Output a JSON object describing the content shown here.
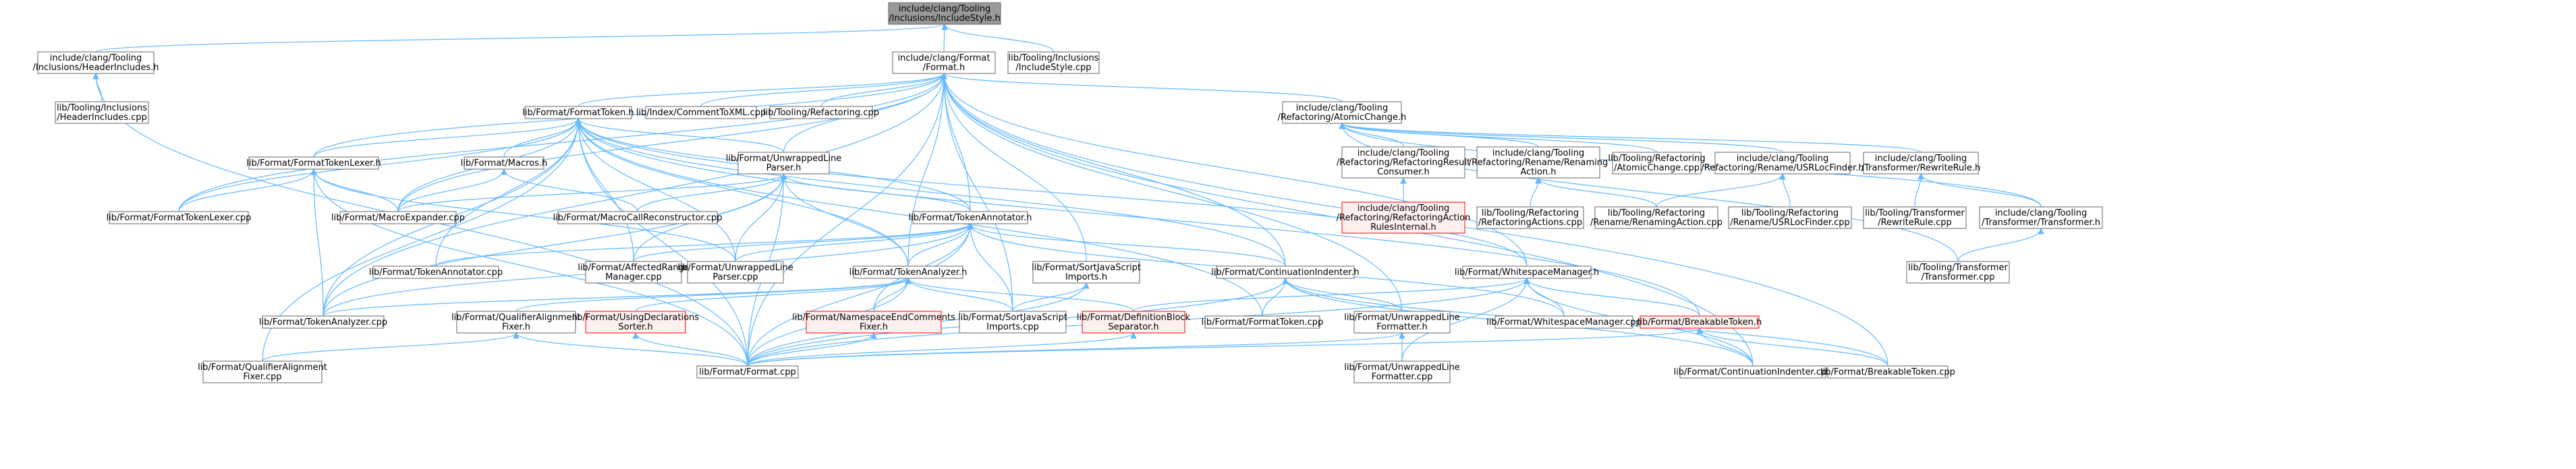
{
  "colors": {
    "edge": "#63B8FF",
    "node_border": "#666666",
    "node_fill": "#ffffff",
    "root_fill": "#999999",
    "root_border": "#666666",
    "truncated_border": "#ff0000",
    "truncated_fill": "#fff0f0",
    "text": "#000000",
    "truncated_text": "#ff0000"
  },
  "nodes": [
    {
      "id": "root",
      "lines": [
        "include/clang/Tooling",
        "/Inclusions/IncludeStyle.h"
      ],
      "kind": "root"
    },
    {
      "id": "hdrinc_h",
      "lines": [
        "include/clang/Tooling",
        "/Inclusions/HeaderIncludes.h"
      ],
      "kind": "normal"
    },
    {
      "id": "format_h",
      "lines": [
        "include/clang/Format",
        "/Format.h"
      ],
      "kind": "normal"
    },
    {
      "id": "inclstyle_cpp",
      "lines": [
        "lib/Tooling/Inclusions",
        "/IncludeStyle.cpp"
      ],
      "kind": "normal"
    },
    {
      "id": "hdrinc_cpp",
      "lines": [
        "lib/Tooling/Inclusions",
        "/HeaderIncludes.cpp"
      ],
      "kind": "normal"
    },
    {
      "id": "formattoken_h",
      "lines": [
        "lib/Format/FormatToken.h"
      ],
      "kind": "normal"
    },
    {
      "id": "commenttoxml_cpp",
      "lines": [
        "lib/Index/CommentToXML.cpp"
      ],
      "kind": "normal"
    },
    {
      "id": "refactoring_cpp",
      "lines": [
        "lib/Tooling/Refactoring.cpp"
      ],
      "kind": "normal"
    },
    {
      "id": "atomicchange_h",
      "lines": [
        "include/clang/Tooling",
        "/Refactoring/AtomicChange.h"
      ],
      "kind": "normal"
    },
    {
      "id": "ftlexer_h",
      "lines": [
        "lib/Format/FormatTokenLexer.h"
      ],
      "kind": "normal"
    },
    {
      "id": "macros_h",
      "lines": [
        "lib/Format/Macros.h"
      ],
      "kind": "normal"
    },
    {
      "id": "uwlparser_h",
      "lines": [
        "lib/Format/UnwrappedLine",
        "Parser.h"
      ],
      "kind": "normal"
    },
    {
      "id": "refresult_h",
      "lines": [
        "include/clang/Tooling",
        "/Refactoring/RefactoringResult",
        "Consumer.h"
      ],
      "kind": "normal"
    },
    {
      "id": "renaming_h",
      "lines": [
        "include/clang/Tooling",
        "/Refactoring/Rename/Renaming",
        "Action.h"
      ],
      "kind": "normal"
    },
    {
      "id": "atomicchange_cpp",
      "lines": [
        "lib/Tooling/Refactoring",
        "/AtomicChange.cpp"
      ],
      "kind": "normal"
    },
    {
      "id": "usrlocfinder_h",
      "lines": [
        "include/clang/Tooling",
        "/Refactoring/Rename/USRLocFinder.h"
      ],
      "kind": "normal"
    },
    {
      "id": "rewriterule_h",
      "lines": [
        "include/clang/Tooling",
        "/Transformer/RewriteRule.h"
      ],
      "kind": "normal"
    },
    {
      "id": "ftlexer_cpp",
      "lines": [
        "lib/Format/FormatTokenLexer.cpp"
      ],
      "kind": "normal"
    },
    {
      "id": "macroexp_cpp",
      "lines": [
        "lib/Format/MacroExpander.cpp"
      ],
      "kind": "normal"
    },
    {
      "id": "macrocall_cpp",
      "lines": [
        "lib/Format/MacroCallReconstructor.cpp"
      ],
      "kind": "normal"
    },
    {
      "id": "tokannot_h",
      "lines": [
        "lib/Format/TokenAnnotator.h"
      ],
      "kind": "normal"
    },
    {
      "id": "refactionrules_h",
      "lines": [
        "include/clang/Tooling",
        "/Refactoring/RefactoringAction",
        "RulesInternal.h"
      ],
      "kind": "truncated"
    },
    {
      "id": "refactions_cpp",
      "lines": [
        "lib/Tooling/Refactoring",
        "/RefactoringActions.cpp"
      ],
      "kind": "normal"
    },
    {
      "id": "renamingaction_cpp",
      "lines": [
        "lib/Tooling/Refactoring",
        "/Rename/RenamingAction.cpp"
      ],
      "kind": "normal"
    },
    {
      "id": "usrlocfinder_cpp",
      "lines": [
        "lib/Tooling/Refactoring",
        "/Rename/USRLocFinder.cpp"
      ],
      "kind": "normal"
    },
    {
      "id": "rewriterule_cpp",
      "lines": [
        "lib/Tooling/Transformer",
        "/RewriteRule.cpp"
      ],
      "kind": "normal"
    },
    {
      "id": "transformer_h",
      "lines": [
        "include/clang/Tooling",
        "/Transformer/Transformer.h"
      ],
      "kind": "normal"
    },
    {
      "id": "sortjs_h",
      "lines": [
        "lib/Format/SortJavaScript",
        "Imports.h"
      ],
      "kind": "normal"
    },
    {
      "id": "contindent_h",
      "lines": [
        "lib/Format/ContinuationIndenter.h"
      ],
      "kind": "normal"
    },
    {
      "id": "wsmanager_h",
      "lines": [
        "lib/Format/WhitespaceManager.h"
      ],
      "kind": "normal"
    },
    {
      "id": "tokannot_cpp",
      "lines": [
        "lib/Format/TokenAnnotator.cpp"
      ],
      "kind": "normal"
    },
    {
      "id": "affrange_cpp",
      "lines": [
        "lib/Format/AffectedRange",
        "Manager.cpp"
      ],
      "kind": "normal"
    },
    {
      "id": "uwlparser_cpp",
      "lines": [
        "lib/Format/UnwrappedLine",
        "Parser.cpp"
      ],
      "kind": "normal"
    },
    {
      "id": "tokanalyzer_h",
      "lines": [
        "lib/Format/TokenAnalyzer.h"
      ],
      "kind": "normal"
    },
    {
      "id": "transformer_cpp",
      "lines": [
        "lib/Tooling/Transformer",
        "/Transformer.cpp"
      ],
      "kind": "normal"
    },
    {
      "id": "tokanalyzer_cpp",
      "lines": [
        "lib/Format/TokenAnalyzer.cpp"
      ],
      "kind": "normal"
    },
    {
      "id": "qualalign_h",
      "lines": [
        "lib/Format/QualifierAlignment",
        "Fixer.h"
      ],
      "kind": "normal"
    },
    {
      "id": "usingdecl_h",
      "lines": [
        "lib/Format/UsingDeclarations",
        "Sorter.h"
      ],
      "kind": "truncated"
    },
    {
      "id": "nsendcomments_h",
      "lines": [
        "lib/Format/NamespaceEndComments",
        "Fixer.h"
      ],
      "kind": "truncated"
    },
    {
      "id": "sortjs_cpp",
      "lines": [
        "lib/Format/SortJavaScript",
        "Imports.cpp"
      ],
      "kind": "normal"
    },
    {
      "id": "defblock_h",
      "lines": [
        "lib/Format/DefinitionBlock",
        "Separator.h"
      ],
      "kind": "truncated"
    },
    {
      "id": "formattoken_cpp",
      "lines": [
        "lib/Format/FormatToken.cpp"
      ],
      "kind": "normal"
    },
    {
      "id": "uwlformatter_h",
      "lines": [
        "lib/Format/UnwrappedLine",
        "Formatter.h"
      ],
      "kind": "normal"
    },
    {
      "id": "wsmanager_cpp",
      "lines": [
        "lib/Format/WhitespaceManager.cpp"
      ],
      "kind": "normal"
    },
    {
      "id": "breakabletoken_h",
      "lines": [
        "lib/Format/BreakableToken.h"
      ],
      "kind": "truncated"
    },
    {
      "id": "qualalign_cpp",
      "lines": [
        "lib/Format/QualifierAlignment",
        "Fixer.cpp"
      ],
      "kind": "normal"
    },
    {
      "id": "format_cpp",
      "lines": [
        "lib/Format/Format.cpp"
      ],
      "kind": "normal"
    },
    {
      "id": "uwlformatter_cpp",
      "lines": [
        "lib/Format/UnwrappedLine",
        "Formatter.cpp"
      ],
      "kind": "normal"
    },
    {
      "id": "contindent_cpp",
      "lines": [
        "lib/Format/ContinuationIndenter.cpp"
      ],
      "kind": "normal"
    },
    {
      "id": "breakabletoken_cpp",
      "lines": [
        "lib/Format/BreakableToken.cpp"
      ],
      "kind": "normal"
    }
  ]
}
